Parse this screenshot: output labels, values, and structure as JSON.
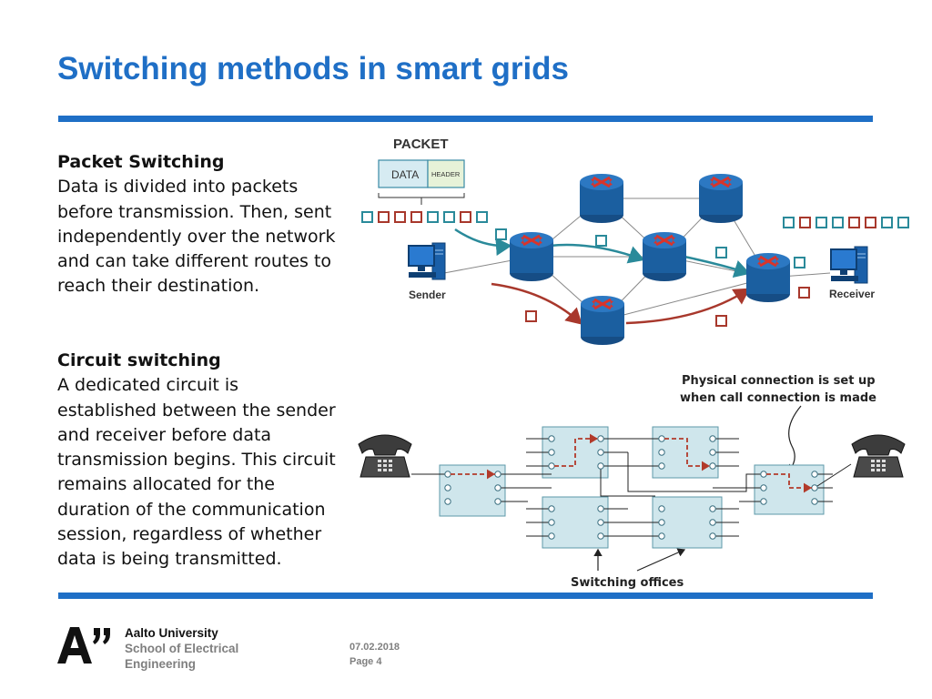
{
  "slide": {
    "title": "Switching methods in smart grids"
  },
  "packet_switching": {
    "heading": "Packet Switching",
    "body": "Data is divided into packets before transmission. Then, sent independently over the network and can take different routes to reach their destination."
  },
  "circuit_switching": {
    "heading": "Circuit switching",
    "body": "A dedicated circuit is established between the sender and receiver before data transmission begins. This circuit remains allocated for the duration of the communication session, regardless of whether data is being transmitted."
  },
  "packet_diagram": {
    "packet_label": "PACKET",
    "data_label": "DATA",
    "header_label": "HEADER",
    "sender_label": "Sender",
    "receiver_label": "Receiver",
    "colors": {
      "teal": "#2a8a9a",
      "red": "#a8382c",
      "router": "#1b5fa0"
    }
  },
  "circuit_diagram": {
    "physical_connection_label_line1": "Physical connection is set up",
    "physical_connection_label_line2": "when call connection is made",
    "switching_offices_label": "Switching offices",
    "colors": {
      "office_fill": "#cfe6ec",
      "path": "#b23a2a"
    }
  },
  "footer": {
    "university": "Aalto University",
    "school_line1": "School of Electrical",
    "school_line2": "Engineering",
    "date": "07.02.2018",
    "page": "Page 4"
  }
}
